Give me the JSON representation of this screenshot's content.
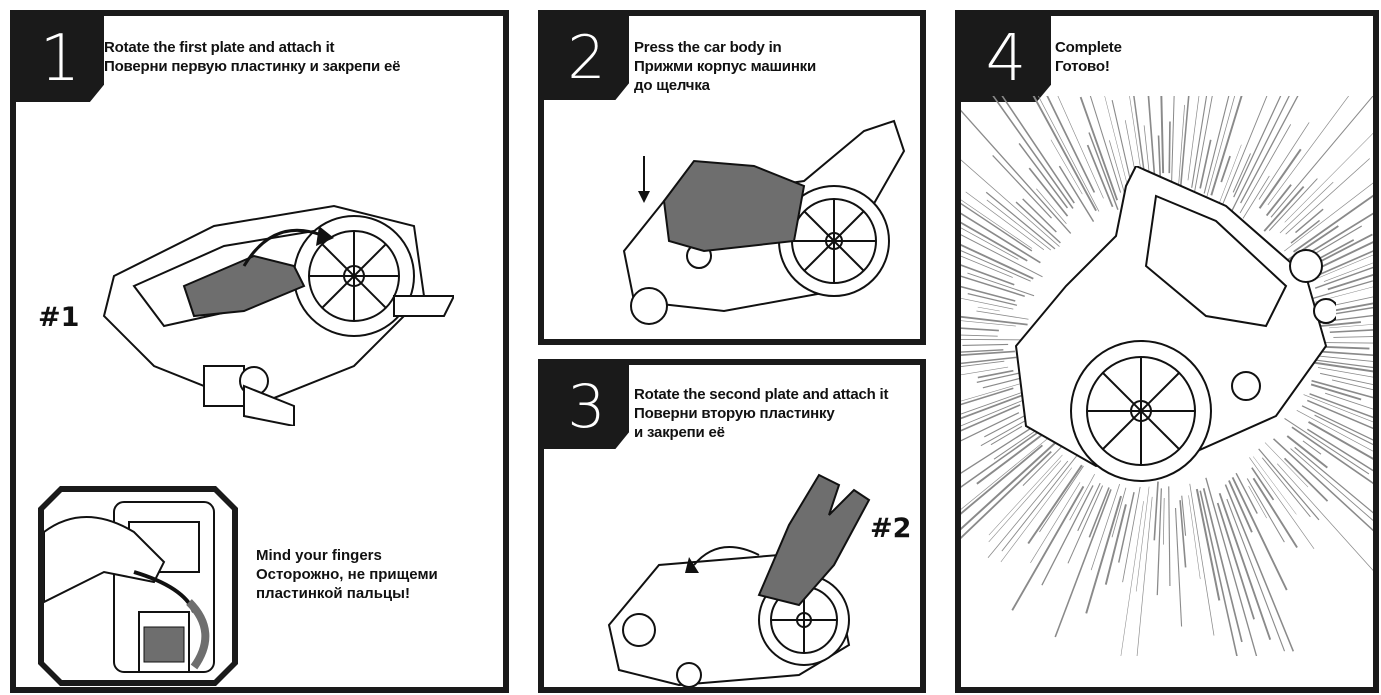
{
  "steps": [
    {
      "number": "1",
      "title_en": "Rotate the first plate and attach it",
      "title_ru": "Поверни первую пластинку и закрепи её",
      "tag": "#1"
    },
    {
      "number": "2",
      "title_en": "Press the car body in",
      "title_ru_1": "Прижми корпус машинки",
      "title_ru_2": "до щелчка"
    },
    {
      "number": "3",
      "title_en": "Rotate the second plate and attach it",
      "title_ru_1": "Поверни вторую пластинку",
      "title_ru_2": "и закрепи её",
      "tag": "#2"
    },
    {
      "number": "4",
      "title_en": "Complete",
      "title_ru": "Готово!"
    }
  ],
  "caution": {
    "line1": "Mind your fingers",
    "line2": "Осторожно, не прищеми",
    "line3": "пластинкой пальцы!"
  },
  "colors": {
    "border": "#1a1a1a",
    "part_highlight": "#6e6e6e",
    "background": "#ffffff"
  }
}
